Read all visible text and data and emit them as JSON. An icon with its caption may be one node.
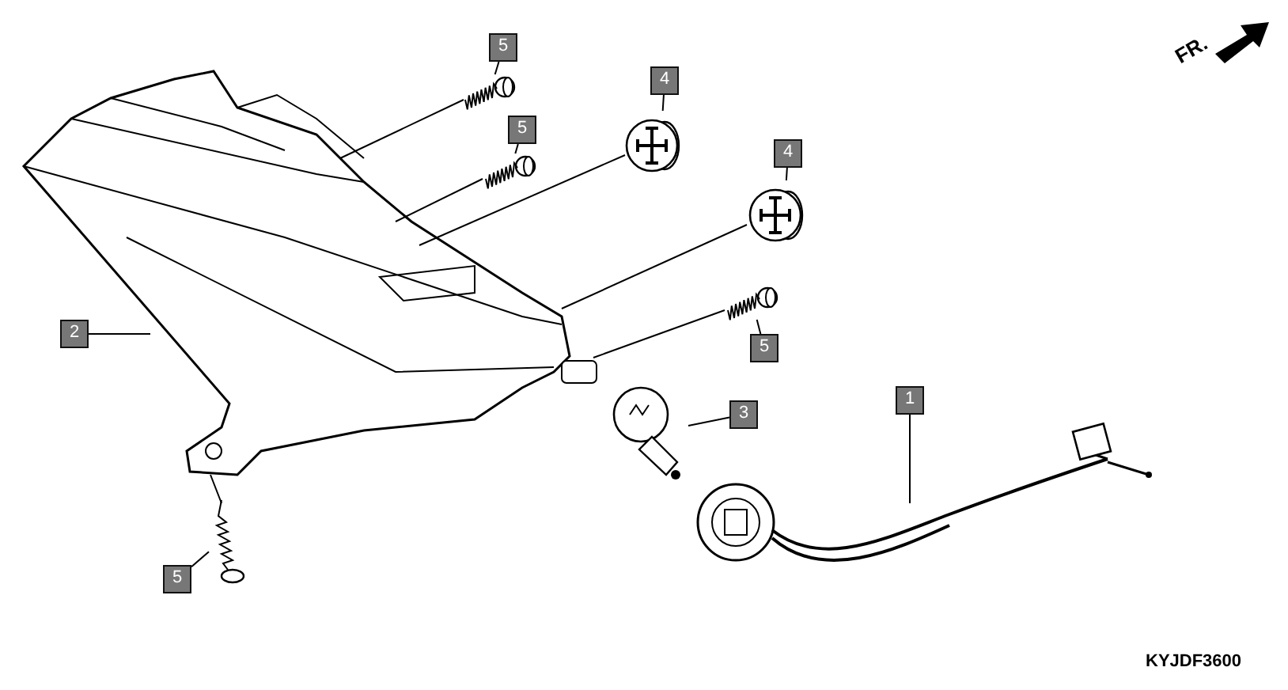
{
  "diagram": {
    "nodes": [
      {
        "text": [
          "5"
        ]
      },
      {
        "text": [],
        "shape": "picture"
      },
      {
        "text": [
          "5"
        ]
      },
      {
        "text": [],
        "shape": "picture"
      },
      {
        "text": [
          "4"
        ]
      },
      {
        "text": [],
        "shape": "picture"
      },
      {
        "text": [
          "4"
        ]
      },
      {
        "text": [],
        "shape": "picture"
      },
      {
        "text": [
          "2"
        ]
      },
      {
        "text": [],
        "shape": "picture"
      },
      {
        "text": [
          "5"
        ]
      },
      {
        "text": [],
        "shape": "picture"
      },
      {
        "text": [
          "3"
        ]
      },
      {
        "text": [],
        "shape": "picture"
      },
      {
        "text": [
          "1"
        ]
      },
      {
        "text": [],
        "shape": "picture"
      },
      {
        "text": [
          "5"
        ]
      },
      {
        "text": [],
        "shape": "picture"
      }
    ],
    "edges": [
      {
        "from": 0,
        "to": 1,
        "arrow": "none"
      },
      {
        "from": 2,
        "to": 3,
        "arrow": "none"
      },
      {
        "from": 4,
        "to": 5,
        "arrow": "none"
      },
      {
        "from": 6,
        "to": 7,
        "arrow": "none"
      },
      {
        "from": 8,
        "to": 9,
        "arrow": "none"
      },
      {
        "from": 10,
        "to": 11,
        "arrow": "none"
      },
      {
        "from": 12,
        "to": 13,
        "arrow": "none"
      },
      {
        "from": 14,
        "to": 15,
        "arrow": "none"
      },
      {
        "from": 16,
        "to": 17,
        "arrow": "none"
      },
      {
        "from": 1,
        "to": 9,
        "arrow": "none"
      },
      {
        "from": 3,
        "to": 9,
        "arrow": "none"
      },
      {
        "from": 5,
        "to": 9,
        "arrow": "none"
      },
      {
        "from": 7,
        "to": 9,
        "arrow": "none"
      },
      {
        "from": 11,
        "to": 9,
        "arrow": "none"
      },
      {
        "from": 17,
        "to": 9,
        "arrow": "none"
      }
    ],
    "labels": [
      "FR.",
      "KYJDF3600"
    ]
  }
}
